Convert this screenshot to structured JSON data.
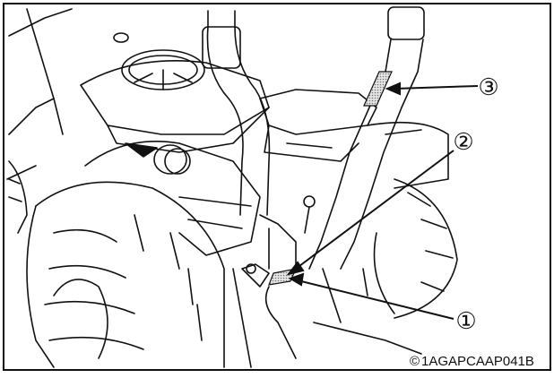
{
  "figure": {
    "callouts": [
      {
        "label": "③",
        "meaning": "callout 3"
      },
      {
        "label": "②",
        "meaning": "callout 2"
      },
      {
        "label": "①",
        "meaning": "callout 1"
      }
    ],
    "figure_code": "1AGAPCAAP041B",
    "copyright_symbol": "©"
  },
  "colors": {
    "line": "#111111",
    "decal": "#9a9a9a",
    "background": "#ffffff"
  }
}
